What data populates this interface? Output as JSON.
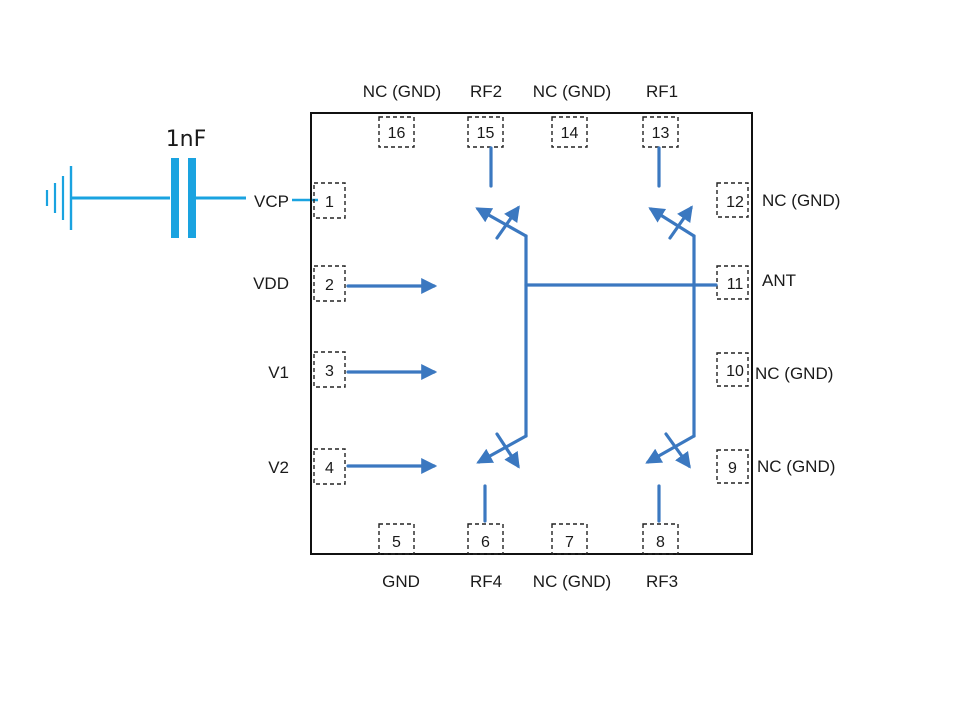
{
  "colors": {
    "signal": "#3b78c0",
    "capacitor": "#1aa3e0",
    "outline": "#111111"
  },
  "capacitor": {
    "label": "1nF"
  },
  "pins": {
    "p1": {
      "number": "1",
      "label": "VCP"
    },
    "p2": {
      "number": "2",
      "label": "VDD"
    },
    "p3": {
      "number": "3",
      "label": "V1"
    },
    "p4": {
      "number": "4",
      "label": "V2"
    },
    "p5": {
      "number": "5",
      "label": "GND"
    },
    "p6": {
      "number": "6",
      "label": "RF4"
    },
    "p7": {
      "number": "7",
      "label": "NC (GND)"
    },
    "p8": {
      "number": "8",
      "label": "RF3"
    },
    "p9": {
      "number": "9",
      "label": "NC (GND)"
    },
    "p10": {
      "number": "10",
      "label": "NC (GND)"
    },
    "p11": {
      "number": "11",
      "label": "ANT"
    },
    "p12": {
      "number": "12",
      "label": "NC (GND)"
    },
    "p13": {
      "number": "13",
      "label": "RF1"
    },
    "p14": {
      "number": "14",
      "label": "NC (GND)"
    },
    "p15": {
      "number": "15",
      "label": "RF2"
    },
    "p16": {
      "number": "16",
      "label": "NC (GND)"
    }
  }
}
